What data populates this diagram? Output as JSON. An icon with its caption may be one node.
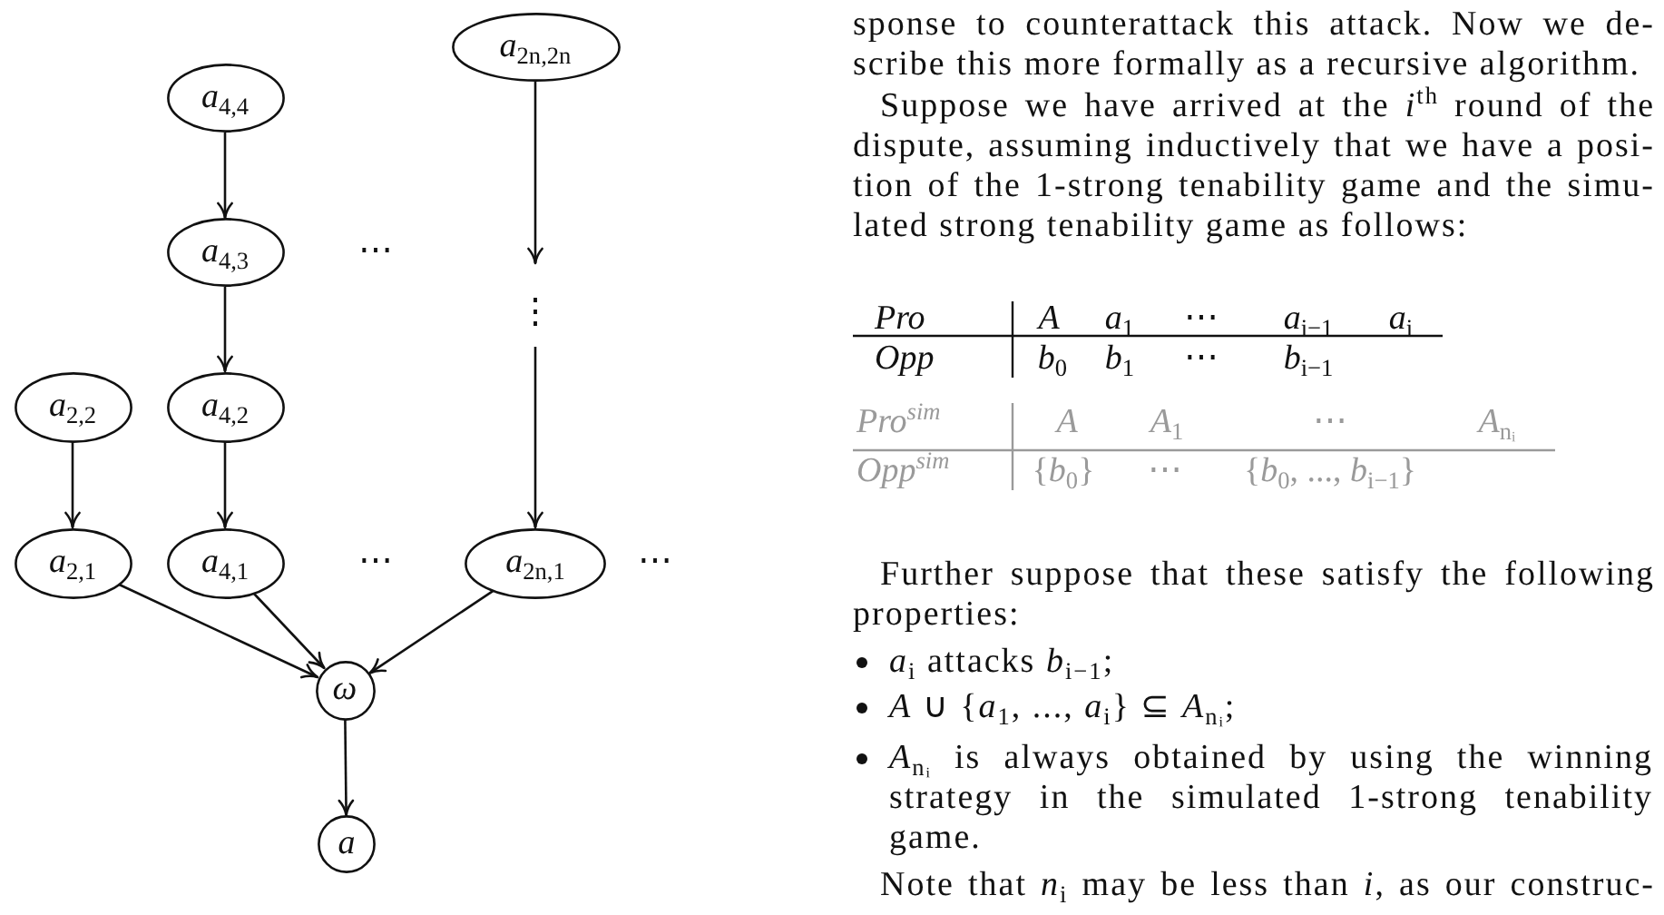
{
  "diagram": {
    "nodes": [
      {
        "text": [
          "*a*$_{2n,2n}$"
        ]
      },
      {
        "text": [
          "*a*$_{4,4}$"
        ]
      },
      {
        "text": [
          "*a*$_{4,3}$"
        ]
      },
      {
        "text": [
          "⋮"
        ]
      },
      {
        "text": [
          "*a*$_{2,2}$"
        ]
      },
      {
        "text": [
          "*a*$_{4,2}$"
        ]
      },
      {
        "text": [
          "*a*$_{2,1}$"
        ]
      },
      {
        "text": [
          "*a*$_{4,1}$"
        ]
      },
      {
        "text": [
          "*a*$_{2n,1}$"
        ]
      },
      {
        "text": [
          "ω"
        ]
      },
      {
        "text": [
          "a"
        ]
      }
    ],
    "edges": [
      {
        "from": 0,
        "to": 3,
        "arrow": "to"
      },
      {
        "from": 1,
        "to": 2,
        "arrow": "to"
      },
      {
        "from": 2,
        "to": 5,
        "arrow": "to"
      },
      {
        "from": 3,
        "to": 8,
        "arrow": "to"
      },
      {
        "from": 4,
        "to": 6,
        "arrow": "to"
      },
      {
        "from": 5,
        "to": 7,
        "arrow": "to"
      },
      {
        "from": 6,
        "to": 9,
        "arrow": "to"
      },
      {
        "from": 7,
        "to": 9,
        "arrow": "to"
      },
      {
        "from": 8,
        "to": 9,
        "arrow": "to"
      },
      {
        "from": 9,
        "to": 10,
        "arrow": "to"
      }
    ],
    "labels": [
      "⋯",
      "⋯",
      "⋯",
      "sponse to counterattack this attack. Now we de- scribe this more formally as a recursive algorithm.",
      "Suppose we have arrived at the *i*$^{th}$ round of the dispute, assuming inductively that we have a posi- tion of the 1-strong tenability game and the simu- lated strong tenability game as follows:",
      "Pro",
      "A",
      "*a*$_{1}$",
      "⋯",
      "*a*$_{i−1}$",
      "*a*$_{i}$",
      "Opp",
      "*b*$_{0}$",
      "*b*$_{1}$",
      "⋯",
      "*b*$_{i−1}$",
      "Pro$^{sim}$",
      "A",
      "*A*$_{1}$",
      "⋯",
      "*A*$_{nᵢ}$",
      "Opp$^{sim}$",
      "{*b*$_{0}$}",
      "⋯",
      "{*b*$_{0}$, ..., *b*$_{i−1}$}",
      "Further suppose that these satisfy the following properties:",
      "*a*$_{i}$ attacks *b*$_{i−1}$;",
      "*A* ∪ {*a*$_{1}$, ..., *a*$_{i}$} ⊆ *A*$_{nᵢ}$;",
      "*A*$_{nᵢ}$ is always obtained by using the winning strategy in the simulated 1-strong tenability game.",
      "Note that *n*$_{i}$ may be less than *i*, as our construc-"
    ]
  }
}
